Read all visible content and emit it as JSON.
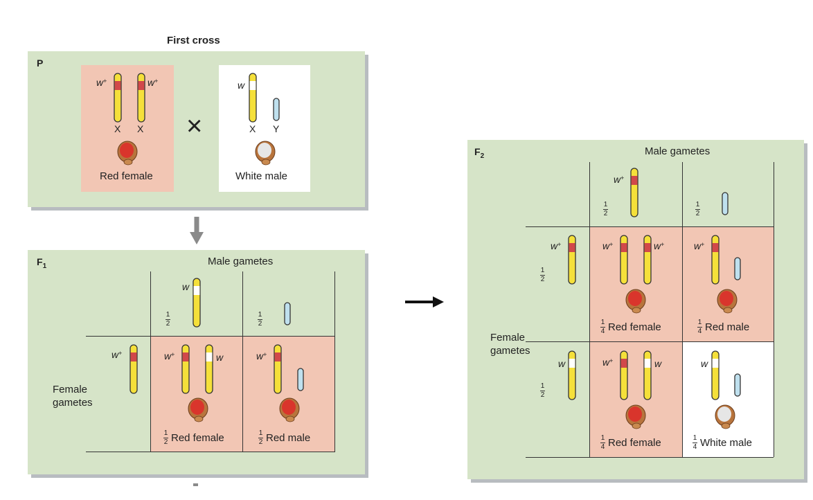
{
  "first_cross": {
    "title": "First cross",
    "p_label": "P",
    "cross_symbol": "×",
    "female": {
      "allele_left": "w",
      "allele_left_sup": "+",
      "allele_right": "w",
      "allele_right_sup": "+",
      "chrom_left": "X",
      "chrom_right": "X",
      "label": "Red female"
    },
    "male": {
      "allele": "w",
      "chrom_x": "X",
      "chrom_y": "Y",
      "label": "White male"
    }
  },
  "f1": {
    "label": "F",
    "label_sub": "1",
    "male_gametes": "Male gametes",
    "female_gametes_line1": "Female",
    "female_gametes_line2": "gametes",
    "male_gamete_1": {
      "allele": "w",
      "frac_num": "1",
      "frac_den": "2"
    },
    "male_gamete_2": {
      "frac_num": "1",
      "frac_den": "2"
    },
    "female_gamete_1": {
      "allele": "w",
      "allele_sup": "+"
    },
    "cells": [
      {
        "allele_left": "w",
        "allele_left_sup": "+",
        "allele_right": "w",
        "frac_num": "1",
        "frac_den": "2",
        "label": "Red female"
      },
      {
        "allele": "w",
        "allele_sup": "+",
        "frac_num": "1",
        "frac_den": "2",
        "label": "Red male"
      }
    ]
  },
  "f2": {
    "label": "F",
    "label_sub": "2",
    "male_gametes": "Male gametes",
    "female_gametes_line1": "Female",
    "female_gametes_line2": "gametes",
    "male_gamete_1": {
      "allele": "w",
      "allele_sup": "+",
      "frac_num": "1",
      "frac_den": "2"
    },
    "male_gamete_2": {
      "frac_num": "1",
      "frac_den": "2"
    },
    "female_gamete_1": {
      "allele": "w",
      "allele_sup": "+",
      "frac_num": "1",
      "frac_den": "2"
    },
    "female_gamete_2": {
      "allele": "w",
      "frac_num": "1",
      "frac_den": "2"
    },
    "cells": [
      {
        "allele_left": "w",
        "allele_left_sup": "+",
        "allele_right": "w",
        "allele_right_sup": "+",
        "frac_num": "1",
        "frac_den": "4",
        "label": "Red female"
      },
      {
        "allele": "w",
        "allele_sup": "+",
        "frac_num": "1",
        "frac_den": "4",
        "label": "Red male"
      },
      {
        "allele_left": "w",
        "allele_left_sup": "+",
        "allele_right": "w",
        "frac_num": "1",
        "frac_den": "4",
        "label": "Red female"
      },
      {
        "allele": "w",
        "frac_num": "1",
        "frac_den": "4",
        "label": "White male"
      }
    ]
  },
  "colors": {
    "panel": "#d6e4c8",
    "red_cell": "#f2c6b4",
    "x_chromosome": "#f5e03a",
    "y_chromosome": "#bfe0ee",
    "red_allele": "#d1484a",
    "red_eye": "#d9352c",
    "white_eye": "#e6e6e6",
    "fly_body": "#b8743c"
  }
}
